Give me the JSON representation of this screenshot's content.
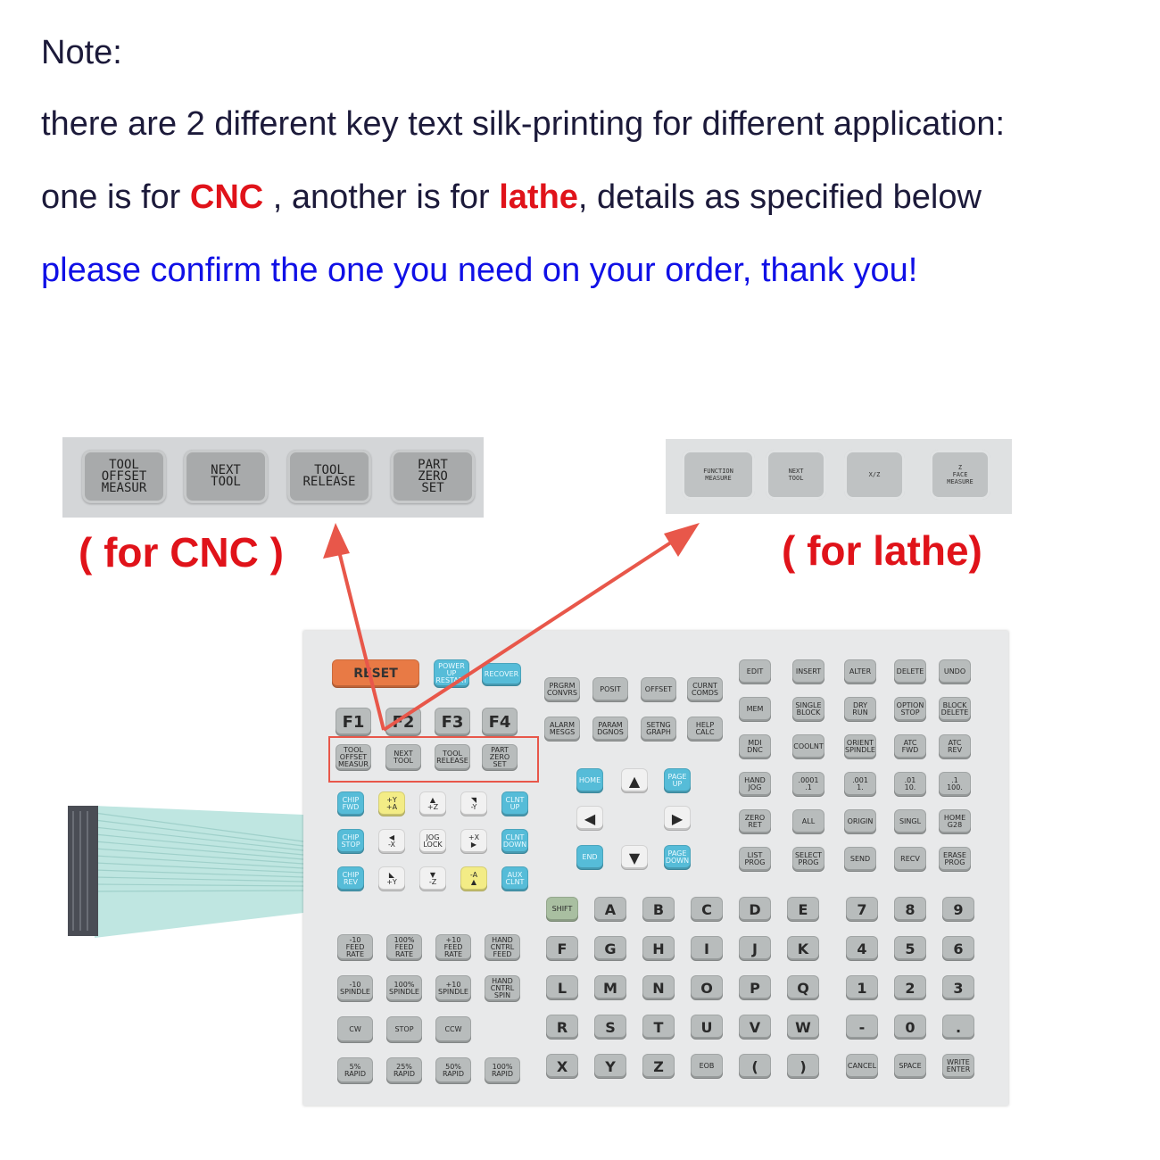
{
  "note": {
    "heading": "Note:",
    "line1": "there are 2 different key text silk-printing for different application:",
    "line2_prefix": "one is for ",
    "line2_cnc": "CNC",
    "line2_mid": " , another is for ",
    "line2_lathe": "lathe",
    "line2_suffix": ", details as specified below",
    "line3": "please confirm the one you need on your order, thank you!"
  },
  "colors": {
    "red": "#e0131a",
    "blue": "#1010e6",
    "arrow": "#e8574a"
  },
  "cnc_keys": [
    "TOOL\nOFFSET\nMEASUR",
    "NEXT\nTOOL",
    "TOOL\nRELEASE",
    "PART\nZERO\nSET"
  ],
  "lathe_keys": [
    "FUNCTION\nMEASURE",
    "NEXT\nTOOL",
    "X/Z",
    "Z\nFACE\nMEASURE"
  ],
  "captions": {
    "cnc": "( for CNC )",
    "lathe": "( for lathe)"
  },
  "panel": {
    "control_keys": {
      "reset": "RESET",
      "power_up": "POWER\nUP\nRESTART",
      "recover": "RECOVER"
    },
    "function_keys": [
      "F1",
      "F2",
      "F3",
      "F4"
    ],
    "tool_keys": [
      "TOOL\nOFFSET\nMEASUR",
      "NEXT\nTOOL",
      "TOOL\nRELEASE",
      "PART\nZERO\nSET"
    ],
    "display_keys": [
      "PRGRM\nCONVRS",
      "POSIT",
      "OFFSET",
      "CURNT\nCOMDS",
      "ALARM\nMESGS",
      "PARAM\nDGNOS",
      "SETNG\nGRAPH",
      "HELP\nCALC"
    ],
    "mode_keys": [
      "EDIT",
      "INSERT",
      "ALTER",
      "DELETE",
      "UNDO",
      "MEM",
      "SINGLE\nBLOCK",
      "DRY\nRUN",
      "OPTION\nSTOP",
      "BLOCK\nDELETE",
      "MDI\nDNC",
      "COOLNT",
      "ORIENT\nSPINDLE",
      "ATC\nFWD",
      "ATC\nREV",
      "HAND\nJOG",
      ".0001\n.1",
      ".001\n1.",
      ".01\n10.",
      ".1\n100.",
      "ZERO\nRET",
      "ALL",
      "ORIGIN",
      "SINGL",
      "HOME\nG28",
      "LIST\nPROG",
      "SELECT\nPROG",
      "SEND",
      "RECV",
      "ERASE\nPROG"
    ],
    "cursor_keys": {
      "home": "HOME",
      "page_up": "PAGE\nUP",
      "end": "END",
      "page_down": "PAGE\nDOWN",
      "up": "▲",
      "down": "▼",
      "left": "◀",
      "right": "▶"
    },
    "jog_keys": [
      "CHIP\nFWD",
      "+Y\n+A",
      "▲\n+Z",
      "◥\n-Y",
      "CLNT\nUP",
      "CHIP\nSTOP",
      "◀\n-X",
      "JOG\nLOCK",
      "+X\n▶",
      "CLNT\nDOWN",
      "CHIP\nREV",
      "◣\n+Y",
      "▼\n-Z",
      "-A\n▲",
      "AUX\nCLNT"
    ],
    "override_keys": [
      "-10\nFEED RATE",
      "100%\nFEED RATE",
      "+10\nFEED RATE",
      "HAND\nCNTRL\nFEED",
      "-10\nSPINDLE",
      "100%\nSPINDLE",
      "+10\nSPINDLE",
      "HAND\nCNTRL\nSPIN",
      "CW",
      "STOP",
      "CCW",
      "",
      "5%\nRAPID",
      "25%\nRAPID",
      "50%\nRAPID",
      "100%\nRAPID"
    ],
    "alpha_rows": [
      [
        "SHIFT",
        "A",
        "B",
        "C",
        "D",
        "E"
      ],
      [
        "F",
        "G",
        "H",
        "I",
        "J",
        "K"
      ],
      [
        "L",
        "M",
        "N",
        "O",
        "P",
        "Q"
      ],
      [
        "R",
        "S",
        "T",
        "U",
        "V",
        "W"
      ],
      [
        "X",
        "Y",
        "Z",
        "EOB",
        "(",
        ")"
      ]
    ],
    "numeric_rows": [
      [
        "7",
        "8",
        "9"
      ],
      [
        "4",
        "5",
        "6"
      ],
      [
        "1",
        "2",
        "3"
      ],
      [
        "-",
        "0",
        "."
      ],
      [
        "CANCEL",
        "SPACE",
        "WRITE\nENTER"
      ]
    ]
  }
}
